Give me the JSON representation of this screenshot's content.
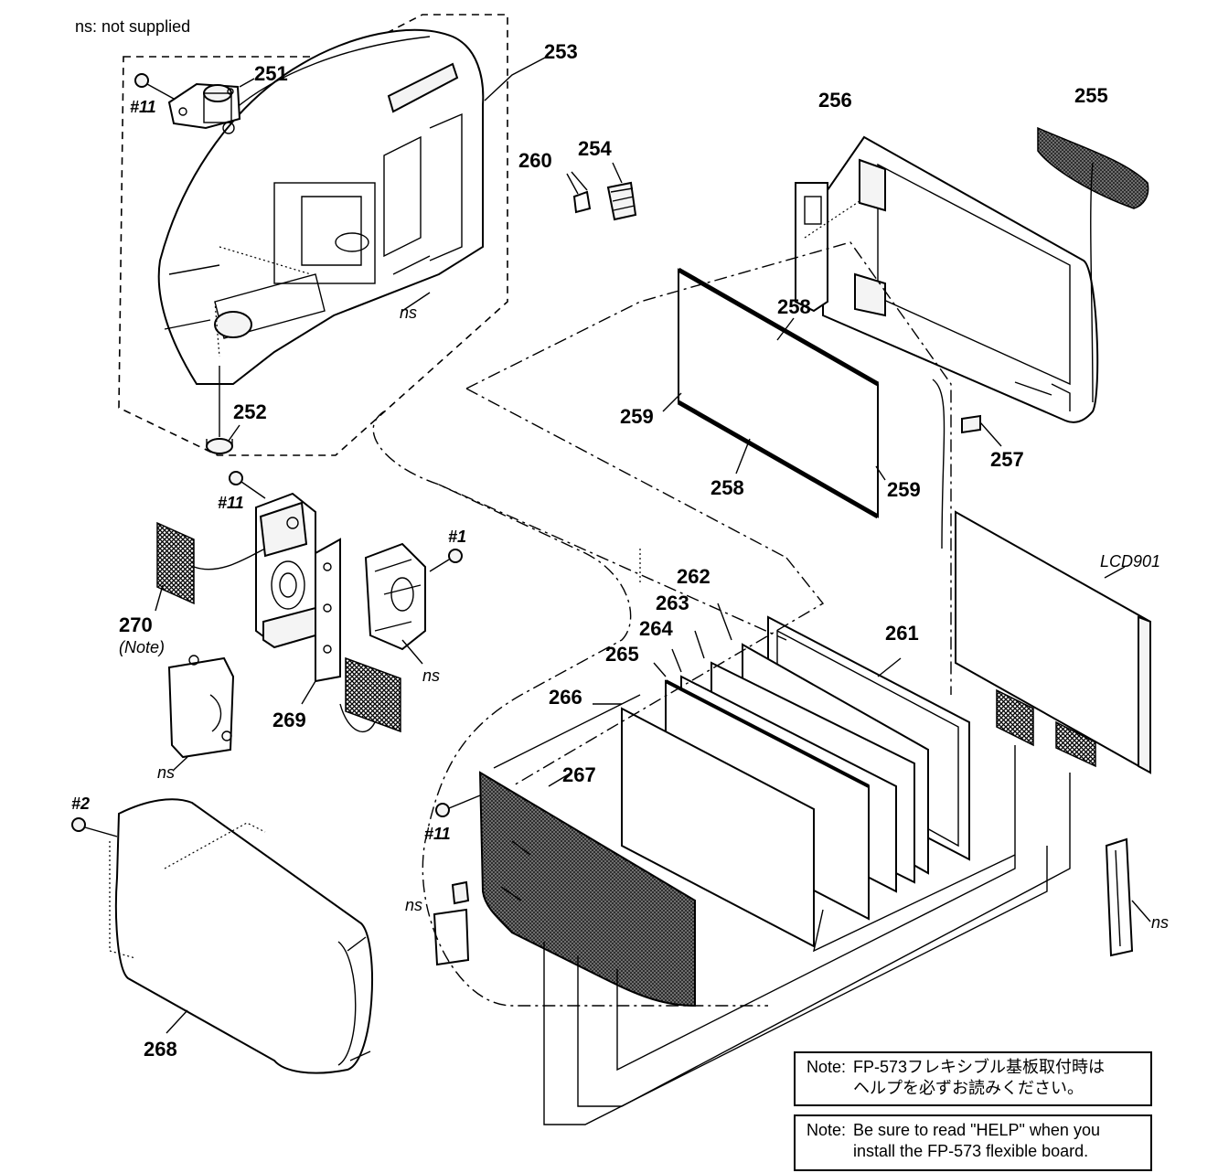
{
  "legend": "ns: not supplied",
  "labels": {
    "p251": "251",
    "p252": "252",
    "p253": "253",
    "p254": "254",
    "p255": "255",
    "p256": "256",
    "p257": "257",
    "p258a": "258",
    "p258b": "258",
    "p259a": "259",
    "p259b": "259",
    "p260": "260",
    "p261": "261",
    "p262": "262",
    "p263": "263",
    "p264": "264",
    "p265": "265",
    "p266": "266",
    "p267": "267",
    "p268": "268",
    "p269": "269",
    "p270": "270",
    "note_ref": "(Note)",
    "lcd": "LCD901"
  },
  "screws": {
    "s11a": "#11",
    "s11b": "#11",
    "s11c": "#11",
    "s1": "#1",
    "s2": "#2"
  },
  "ns_marks": {
    "ns_a": "ns",
    "ns_b": "ns",
    "ns_c": "ns",
    "ns_d": "ns",
    "ns_e": "ns"
  },
  "notes": {
    "key_jp": "Note:",
    "text_jp": "FP-573フレキシブル基板取付時は\nヘルプを必ずお読みください。",
    "key_en": "Note:",
    "text_en": "Be sure to read \"HELP\" when you\ninstall the FP-573 flexible board."
  }
}
